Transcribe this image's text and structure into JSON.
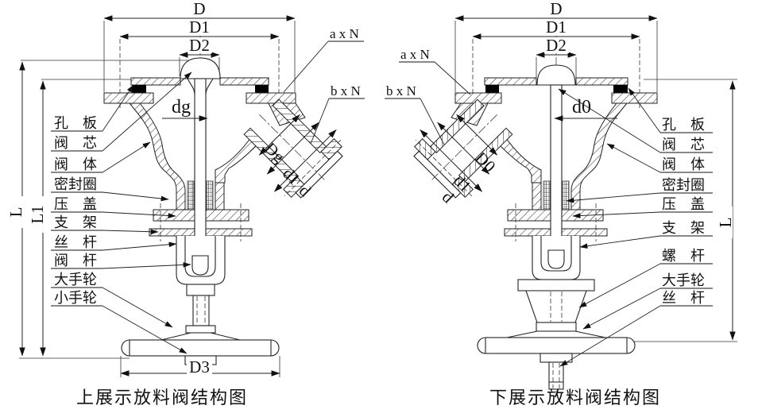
{
  "left": {
    "caption": "上展示放料阀结构图",
    "dims": {
      "D": "D",
      "D1": "D1",
      "D2": "D2",
      "dg": "dg",
      "Dg": "Dg",
      "d1": "d1",
      "d": "d",
      "L": "L",
      "L1": "L1",
      "D3": "D3",
      "axn": "a x N",
      "bxn": "b x N"
    },
    "parts": [
      "孔　板",
      "阀　芯",
      "阀　体",
      "密封圈",
      "压　盖",
      "支　架",
      "丝　杆",
      "阀　杆",
      "大手轮",
      "小手轮"
    ]
  },
  "right": {
    "caption": "下展示放料阀结构图",
    "dims": {
      "D": "D",
      "D1": "D1",
      "D2": "D2",
      "d0": "d0",
      "D0": "D0",
      "d1": "d1",
      "d": "d",
      "L": "L",
      "axn": "a x N",
      "bxn": "b x N"
    },
    "parts": [
      "孔　板",
      "阀　芯",
      "阀　体",
      "密封圈",
      "压　盖",
      "支　架",
      "螺　杆",
      "大手轮",
      "丝　杆"
    ]
  }
}
